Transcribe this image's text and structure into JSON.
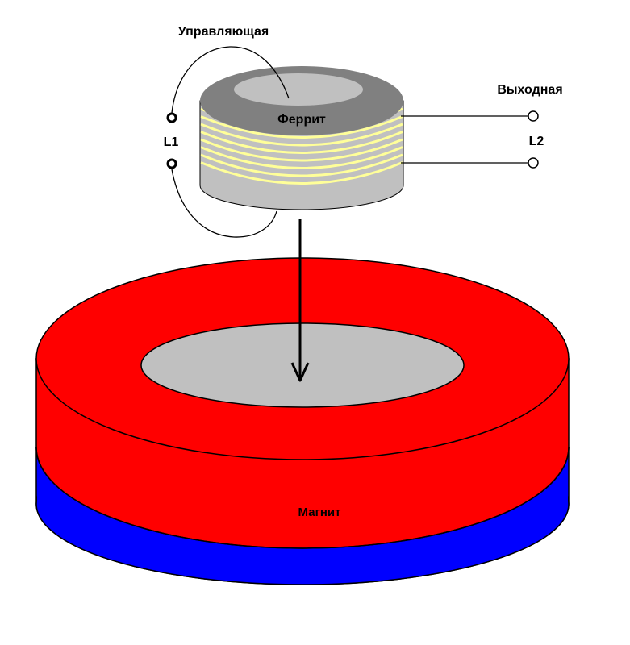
{
  "labels": {
    "control_winding": "Управляющая",
    "output_winding": "Выходная",
    "ferrite": "Феррит",
    "magnet": "Магнит",
    "coil_l1": "L1",
    "coil_l2": "L2"
  },
  "colors": {
    "background": "#ffffff",
    "ferrite_top": "#808080",
    "ferrite_side": "#c0c0c0",
    "ferrite_hole": "#c0c0c0",
    "winding": "#ffff99",
    "magnet_north": "#ff0000",
    "magnet_south": "#0000ff",
    "magnet_hole": "#c0c0c0",
    "outline": "#000000"
  },
  "winding_turns": 8
}
